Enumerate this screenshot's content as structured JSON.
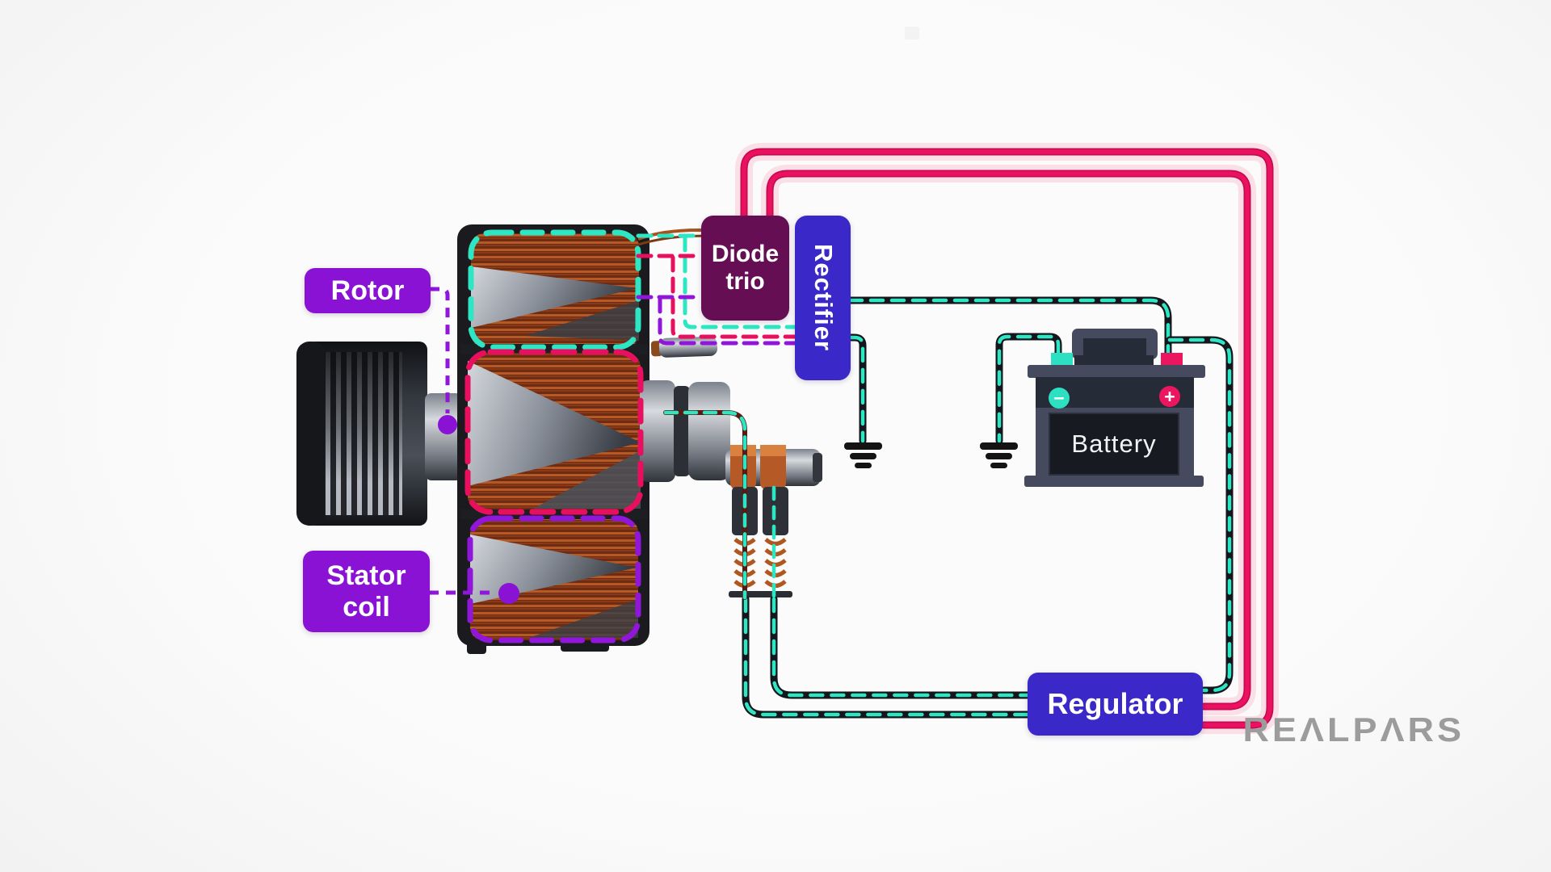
{
  "labels": {
    "rotor": "Rotor",
    "stator_coil": "Stator\ncoil",
    "diode_trio": "Diode\ntrio",
    "rectifier": "Rectifier",
    "regulator": "Regulator"
  },
  "battery": {
    "label": "Battery",
    "plus": "+",
    "minus": "−"
  },
  "watermark": {
    "text": "REΛLPΛRS"
  },
  "diagram": {
    "components": [
      "Rotor",
      "Stator coil",
      "Diode trio",
      "Rectifier",
      "Battery",
      "Regulator"
    ],
    "grounds": 2,
    "wire_styles": {
      "positive_output": "thick crimson with pink glow, from diode trio top looping right and down to regulator",
      "ground_and_charge": "black with teal dashes",
      "phase_leads": "dashed teal / crimson / violet from stator to diode trio and rectifier",
      "callouts": "dashed violet with round dot endpoints"
    }
  },
  "colors": {
    "purple": "#8a12d4",
    "violet_dash": "#9016d9",
    "maroon": "#650e54",
    "blue": "#3a28c8",
    "crimson": "#ec1160",
    "crimson_dark": "#c40b51",
    "glow_pink": "#fad9e3",
    "red_dash": "#e80f5e",
    "teal": "#2de6c3",
    "black_wire": "#15161b",
    "slate": "#454a5e",
    "slate_dark": "#262b38",
    "panel": "#171a21",
    "terminal_teal": "#2de0c1",
    "terminal_pink": "#ec1660",
    "copper": "#b55a26",
    "watermark": "#9c9c9c"
  }
}
